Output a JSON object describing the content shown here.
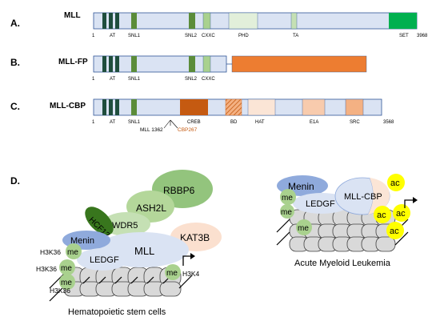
{
  "colors": {
    "track": "#dae3f3",
    "track_stroke": "#2f5597",
    "at": "#1f4e3d",
    "snl": "#5b8c3a",
    "cxxc": "#a9d18e",
    "phd": "#e2efda",
    "ta": "#c5e0b4",
    "set": "#00b050",
    "fusion": "#ed7d31",
    "creb": "#c55a11",
    "bd": "#f4b183",
    "hat": "#fbe5d6",
    "e1a": "#f8cbad",
    "src": "#f4b183",
    "menin": "#8faadc",
    "lmgreen": "#a9d18e",
    "wdr5": "#c5e0b4",
    "ash2l": "#b4d79a",
    "rbbp6": "#93c47d",
    "hcf12": "#38761d",
    "mll_ellipse": "#dae3f3",
    "kat3b": "#fbe0cf",
    "acetyl": "#ffff00",
    "histone": "#d9d9d9"
  },
  "panels": {
    "a": {
      "letter": "A.",
      "name": "MLL",
      "start": "1",
      "end": "3968",
      "labels": {
        "at": "AT",
        "snl1": "SNL1",
        "snl2": "SNL2",
        "cxxc": "CXXC",
        "phd": "PHD",
        "ta": "TA",
        "set": "SET"
      }
    },
    "b": {
      "letter": "B.",
      "name": "MLL-FP",
      "start": "1",
      "labels": {
        "at": "AT",
        "snl1": "SNL1",
        "snl2": "SNL2",
        "cxxc": "CXXC"
      }
    },
    "c": {
      "letter": "C.",
      "name": "MLL-CBP",
      "start": "1",
      "end": "3568",
      "breakpoint_mll": "MLL 1362",
      "breakpoint_cbp": "CBP267",
      "labels": {
        "at": "AT",
        "snl1": "SNL1",
        "creb": "CREB",
        "bd": "BD",
        "hat": "HAT",
        "e1a": "E1A",
        "src": "SRC"
      }
    },
    "d": {
      "letter": "D.",
      "left": {
        "proteins": {
          "rbbp6": "RBBP6",
          "ash2l": "ASH2L",
          "wdr5": "WDR5",
          "hcf12": "HCF12",
          "menin": "Menin",
          "mll": "MLL",
          "ledgf": "LEDGF",
          "kat3b": "KAT3B",
          "me": "me"
        },
        "marks": {
          "h3k36_1": "H3K36",
          "h3k36_2": "H3K36",
          "h3k36_3": "H3K36",
          "h3k4": "H3K4"
        },
        "caption": "Hematopoietic stem cells"
      },
      "right": {
        "proteins": {
          "menin": "Menin",
          "mll_cbp": "MLL-CBP",
          "ledgf": "LEDGF",
          "me": "me",
          "ac": "ac"
        },
        "caption": "Acute Myeloid Leukemia"
      }
    }
  }
}
